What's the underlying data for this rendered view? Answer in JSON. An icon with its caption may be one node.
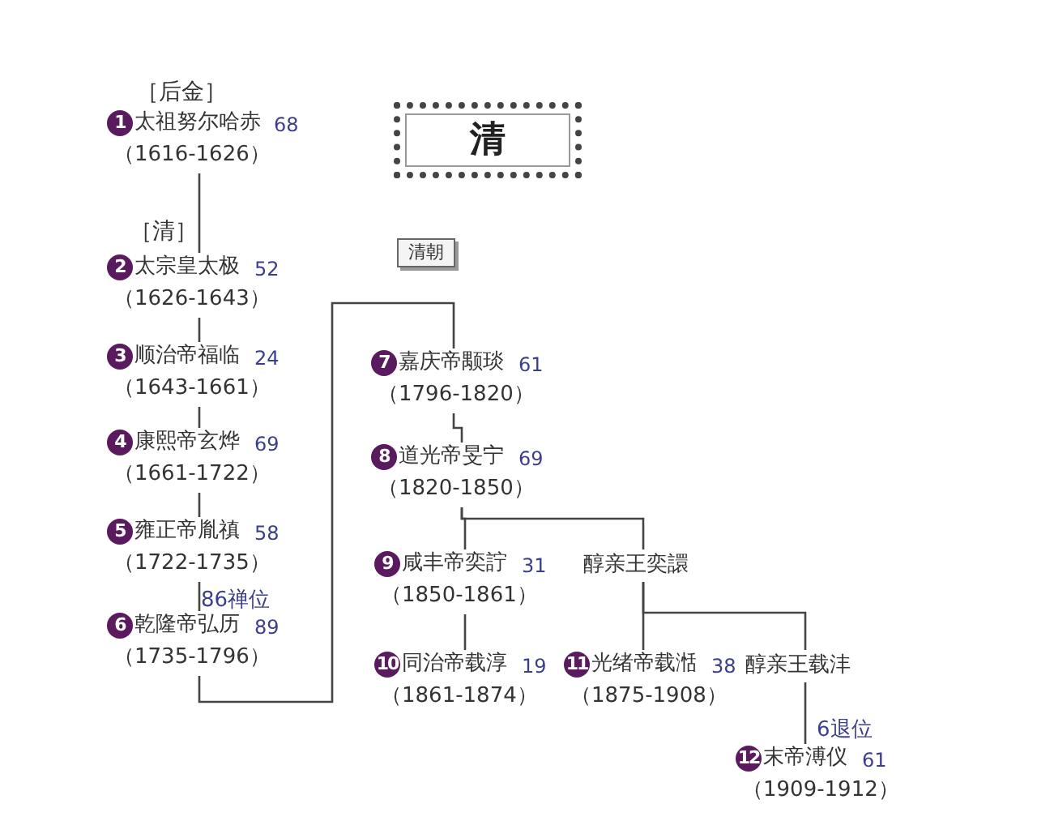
{
  "diagram": {
    "nodes": [
      {
        "text": [
          "清"
        ]
      },
      {
        "text": [
          "清朝"
        ]
      },
      {
        "text": [
          "1",
          "太祖努尔哈赤",
          "68",
          "（1616-1626）"
        ]
      },
      {
        "text": [
          "2",
          "太宗皇太极",
          "52",
          "（1626-1643）"
        ]
      },
      {
        "text": [
          "3",
          "顺治帝福临",
          "24",
          "（1643-1661）"
        ]
      },
      {
        "text": [
          "4",
          "康熙帝玄烨",
          "69",
          "（1661-1722）"
        ]
      },
      {
        "text": [
          "5",
          "雍正帝胤禛",
          "58",
          "（1722-1735）"
        ]
      },
      {
        "text": [
          "6",
          "乾隆帝弘历",
          "89",
          "（1735-1796）"
        ],
        "beside": [
          "86禅位"
        ]
      },
      {
        "text": [
          "7",
          "嘉庆帝颙琰",
          "61",
          "（1796-1820）"
        ]
      },
      {
        "text": [
          "8",
          "道光帝旻宁",
          "69",
          "（1820-1850）"
        ]
      },
      {
        "text": [
          "9",
          "咸丰帝奕詝",
          "31",
          "（1850-1861）"
        ]
      },
      {
        "text": [
          "醇亲王奕譞"
        ]
      },
      {
        "text": [
          "10",
          "同治帝载淳",
          "19",
          "（1861-1874）"
        ]
      },
      {
        "text": [
          "11",
          "光绪帝载湉",
          "38",
          "（1875-1908）"
        ]
      },
      {
        "text": [
          "醇亲王载沣"
        ]
      },
      {
        "text": [
          "12",
          "末帝溥仪",
          "61",
          "（1909-1912）"
        ],
        "beside": [
          "6退位"
        ]
      }
    ],
    "edges": [
      {
        "from": 2,
        "to": 3,
        "arrow": "none"
      },
      {
        "from": 3,
        "to": 4,
        "arrow": "none"
      },
      {
        "from": 4,
        "to": 5,
        "arrow": "none"
      },
      {
        "from": 5,
        "to": 6,
        "arrow": "none"
      },
      {
        "from": 6,
        "to": 7,
        "arrow": "none"
      },
      {
        "from": 7,
        "to": 8,
        "arrow": "none"
      },
      {
        "from": 8,
        "to": 9,
        "arrow": "none"
      },
      {
        "from": 9,
        "to": 10,
        "arrow": "none"
      },
      {
        "from": 9,
        "to": 11,
        "arrow": "none"
      },
      {
        "from": 10,
        "to": 12,
        "arrow": "none"
      },
      {
        "from": 11,
        "to": 13,
        "arrow": "none"
      },
      {
        "from": 11,
        "to": 14,
        "arrow": "none"
      },
      {
        "from": 14,
        "to": 15,
        "arrow": "none"
      }
    ],
    "labels": [
      "［后金］",
      "［清］"
    ]
  }
}
